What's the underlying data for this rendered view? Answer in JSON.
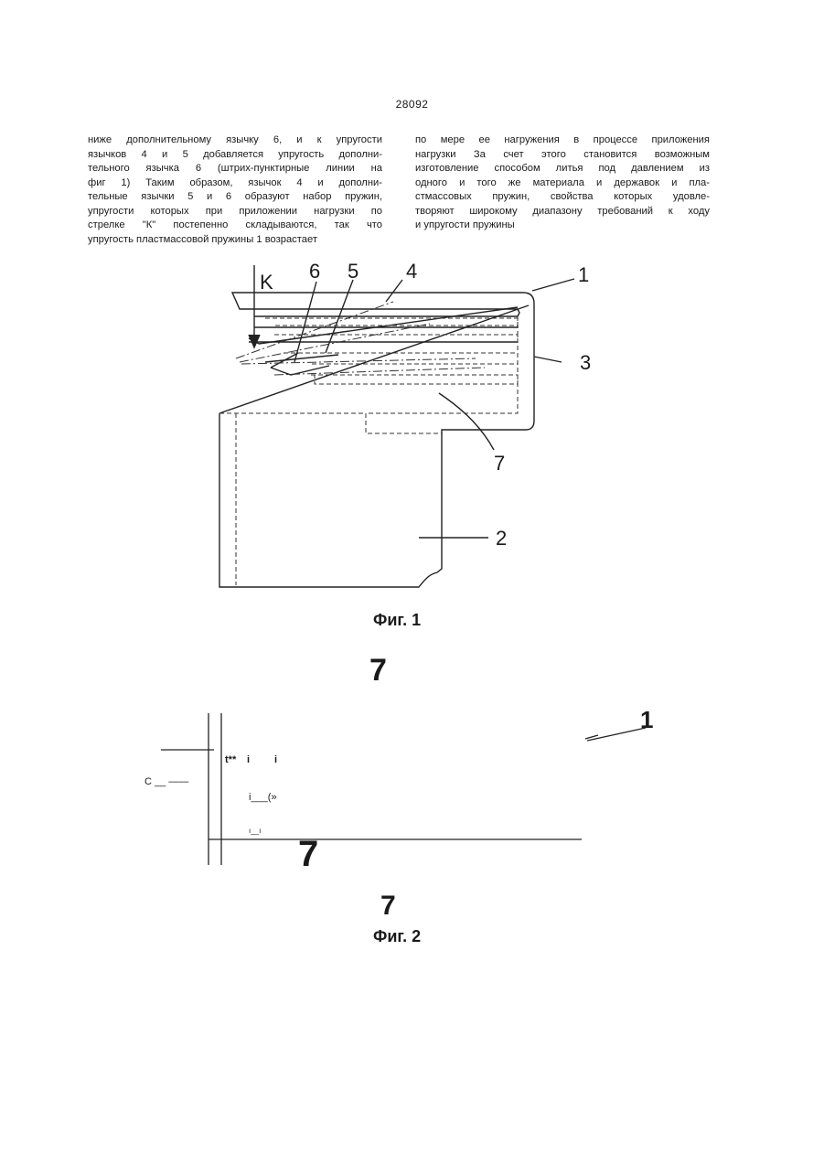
{
  "page_number": "28092",
  "left_column": [
    "ниже дополнительному язычку 6, и к упругости",
    "язычков 4 и 5 добавляется упругость дополни-",
    "тельного язычка 6 (штрих-пунктирные линии на",
    "фиг 1) Таким образом, язычок 4 и дополни-",
    "тельные язычки 5 и 6 образуют набор пружин,",
    "упругости которых при приложении нагрузки по",
    "стрелке \"К\" постепенно складываются, так что",
    "упругость пластмассовой пружины 1 возрастает"
  ],
  "right_column": [
    "по мере ее нагружения в процессе приложения",
    "нагрузки За счет этого становится возможным",
    "изготовление способом литья под давлением из",
    "одного и того же материала и державок и пла-",
    "стмассовых пружин, свойства которых удовле-",
    "творяют широкому диапазону требований к ходу",
    "и упругости пружины"
  ],
  "figure1": {
    "labels": {
      "k": "K",
      "n6": "6",
      "n5": "5",
      "n4": "4",
      "n1": "1",
      "n3": "3",
      "n7": "7",
      "n2": "2"
    },
    "caption": "Фиг. 1"
  },
  "figure2": {
    "big7_top": "7",
    "label1": "1",
    "c_label": "С __ ——",
    "t_label": "t**",
    "i1": "i",
    "i2": "i",
    "bracket_label": "i___(»",
    "small_bracket": "ı__ı",
    "big7_mid": "7",
    "big7_bottom": "7",
    "caption": "Фиг. 2"
  }
}
